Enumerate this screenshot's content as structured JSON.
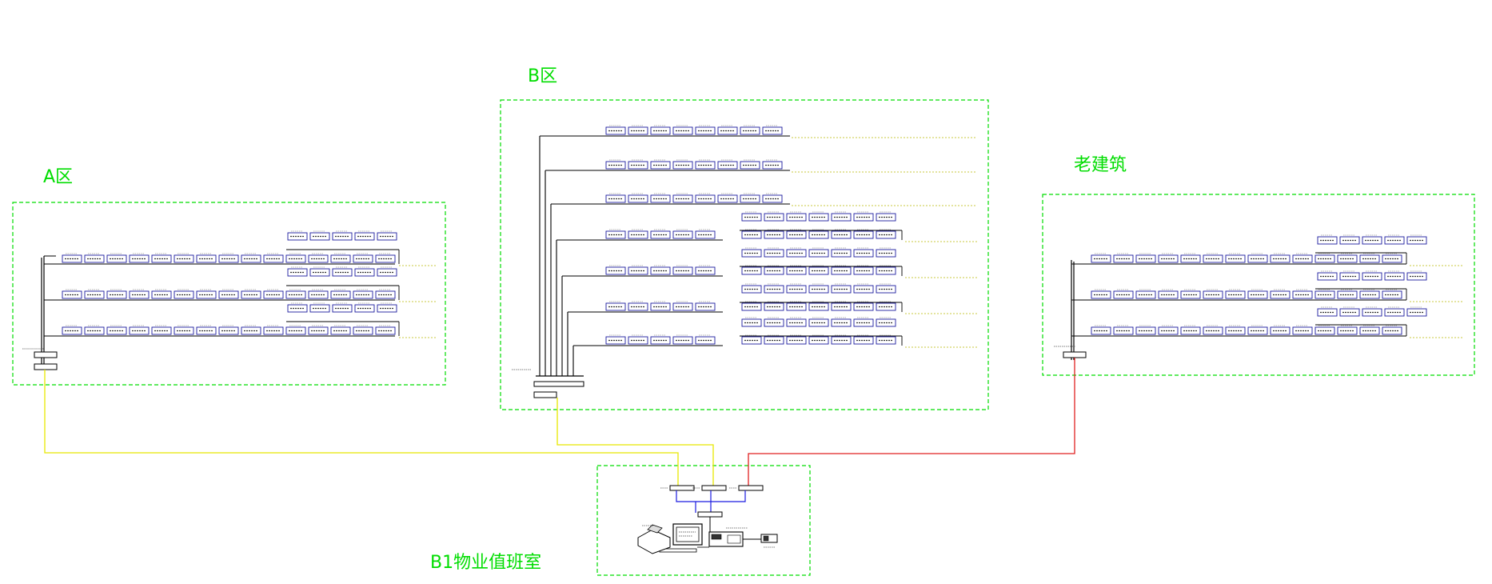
{
  "zones": [
    {
      "id": "a",
      "label": "A区"
    },
    {
      "id": "b",
      "label": "B区"
    },
    {
      "id": "old",
      "label": "老建筑"
    },
    {
      "id": "b1",
      "label": "B1物业值班室"
    }
  ],
  "colors": {
    "zone_border": "#00dd00",
    "zone_label": "#00dd00",
    "bus_line": "#000000",
    "module_border": "#1a1a9e",
    "module_fill": "#ffffff",
    "trailing_line": "#b7b700",
    "link_a": "#e8e800",
    "link_b": "#e8e800",
    "link_old": "#e02020",
    "lan": "#1a1ae0"
  }
}
